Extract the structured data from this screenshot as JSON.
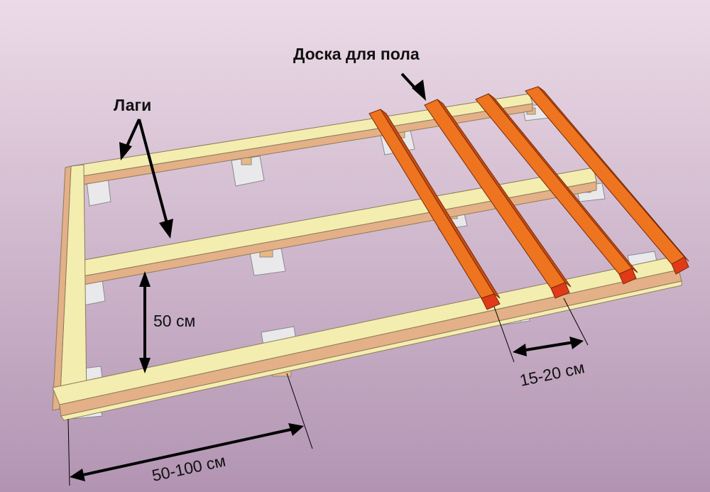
{
  "labels": {
    "floor_board": "Доска для пола",
    "joists": "Лаги",
    "joist_spacing": "50 см",
    "board_spacing": "15-20 см",
    "support_spacing": "50-100 см"
  },
  "colors": {
    "background_top": "#ecdbe7",
    "background_bottom": "#b294b2",
    "joist_top": "#f3edb0",
    "joist_side": "#e4b087",
    "board_top": "#ee7420",
    "board_side": "#c94f12",
    "board_end": "#e03a18",
    "support_pad": "#e9e9ec",
    "support_block": "#e7b886",
    "arrow": "#000000"
  }
}
